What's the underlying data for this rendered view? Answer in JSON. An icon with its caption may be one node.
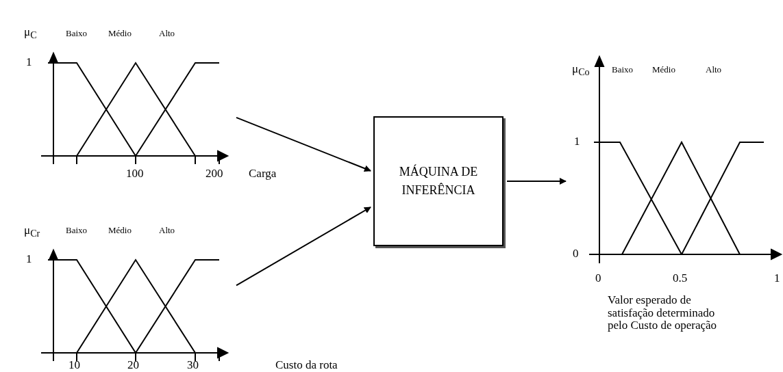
{
  "diagram": {
    "nodes": [
      {
        "text": [],
        "shape": "picture"
      },
      {
        "text": [],
        "shape": "picture"
      },
      {
        "text": [
          "MÁQUINA DE INFERÊNCIA"
        ]
      },
      {
        "text": [],
        "shape": "picture"
      }
    ],
    "edges": [
      {
        "from": 0,
        "to": 2,
        "arrow": "to"
      },
      {
        "from": 1,
        "to": 2,
        "arrow": "to"
      },
      {
        "from": 2,
        "to": 3,
        "arrow": "to"
      }
    ],
    "labels": [
      "μ$_{C}$",
      "Baixo",
      "Médio",
      "Alto",
      "1",
      "100",
      "200",
      "Carga",
      "μ$_{Cr}$",
      "Baixo",
      "Médio",
      "Alto",
      "1",
      "10",
      "20",
      "30",
      "Custo da rota",
      "μ$_{Co}$",
      "Baixo",
      "Médio",
      "Alto",
      "1",
      "0",
      "0",
      "0.5",
      "1",
      "Valor esperado de satisfação determinado pelo Custo de operação"
    ]
  }
}
